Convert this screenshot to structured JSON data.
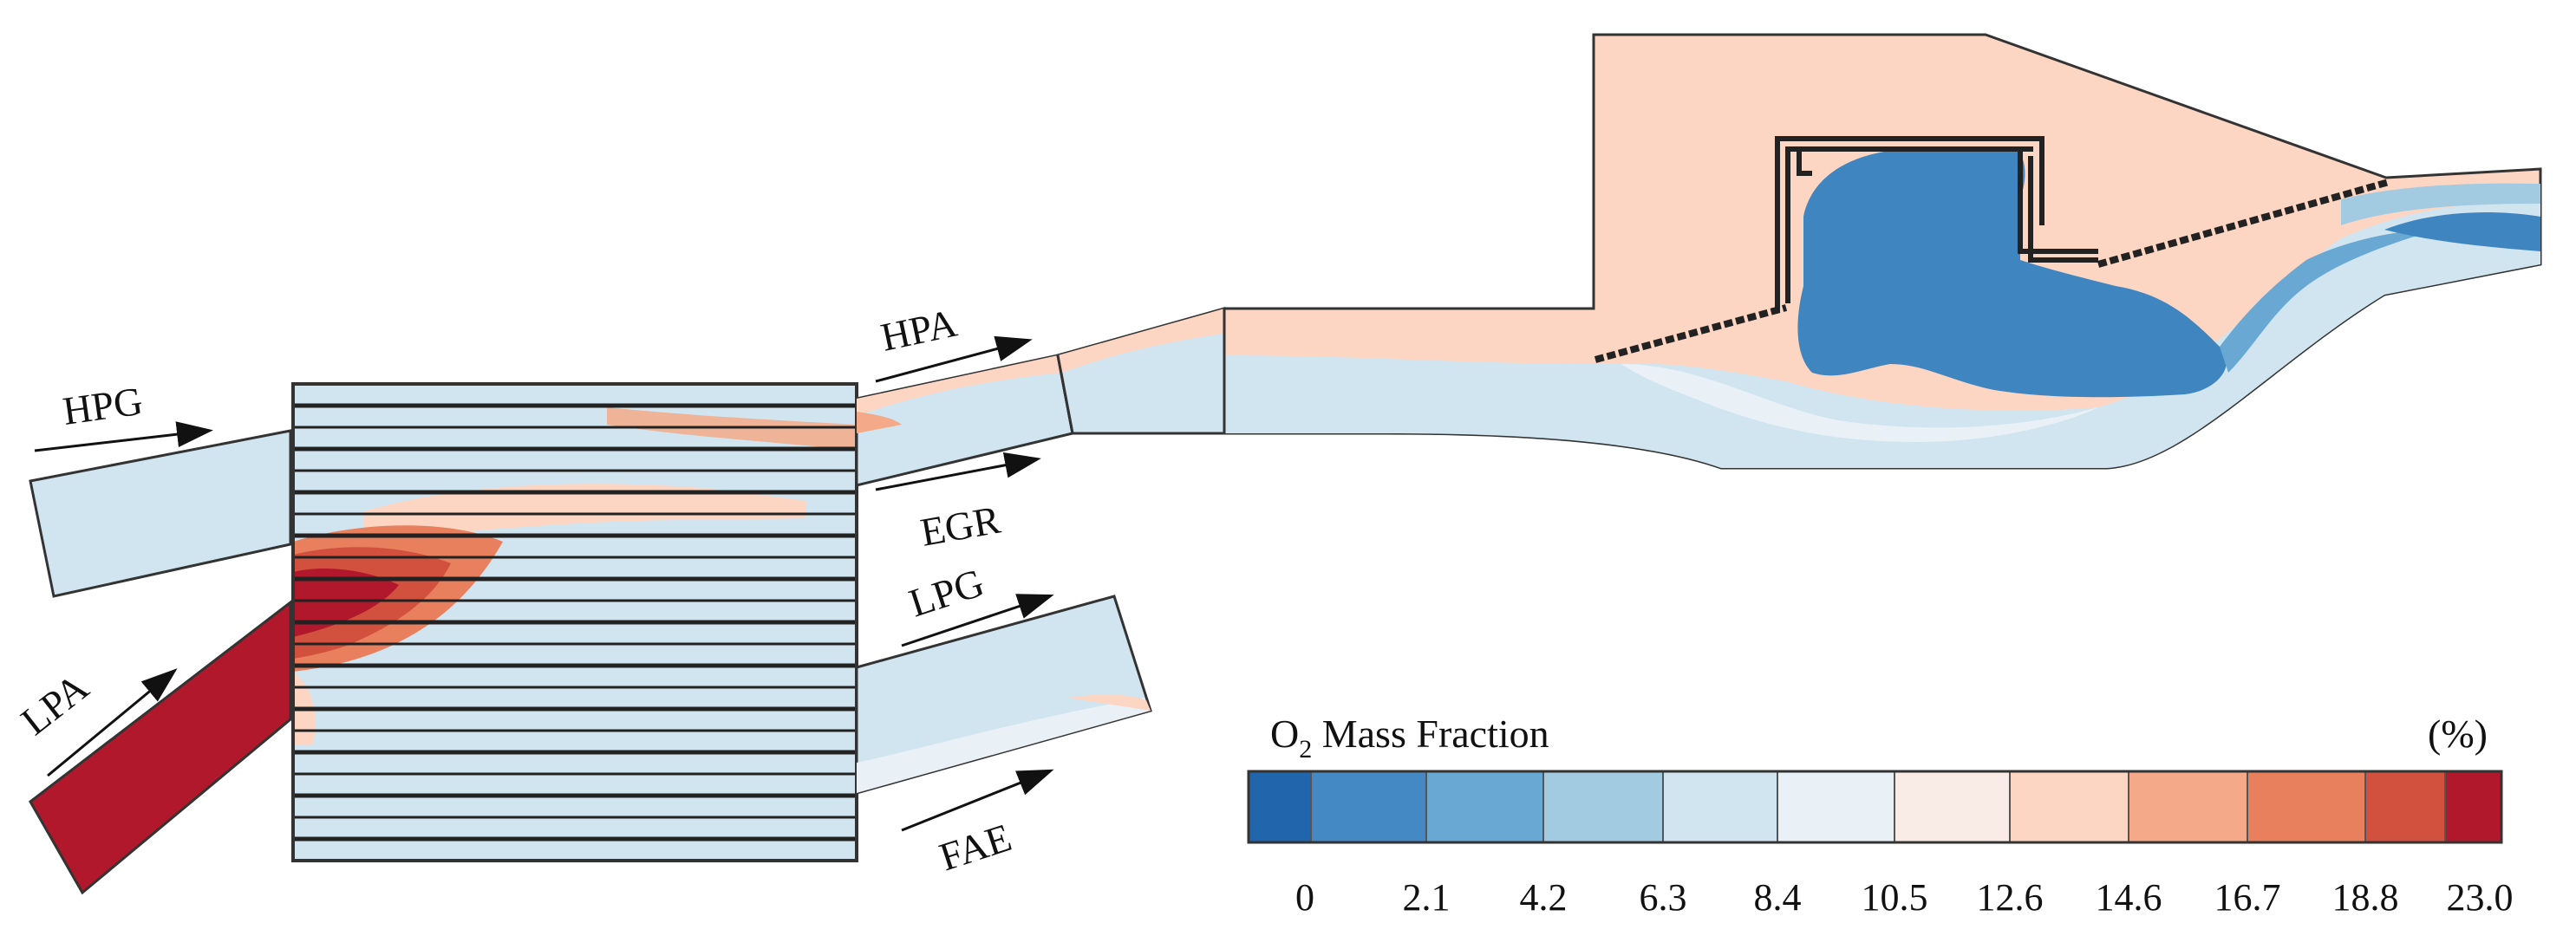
{
  "labels": {
    "hpg": "HPG",
    "lpa": "LPA",
    "hpa": "HPA",
    "egr": "EGR",
    "lpg": "LPG",
    "fae": "FAE"
  },
  "colorbar": {
    "title_main": "O",
    "title_sub": "2",
    "title_rest": " Mass Fraction",
    "unit": "(%)",
    "ticks": [
      "0",
      "2.1",
      "4.2",
      "6.3",
      "8.4",
      "10.5",
      "12.6",
      "14.6",
      "16.7",
      "18.8",
      "23.0"
    ],
    "colors": [
      "#2166ac",
      "#4489c4",
      "#69a8d3",
      "#a2cbe2",
      "#d1e5f0",
      "#e9f1f6",
      "#f9ebe6",
      "#fcd6c3",
      "#f4aa88",
      "#e8805e",
      "#d1513e",
      "#b2182b"
    ]
  },
  "field_colors": {
    "deep_blue": "#3f86c1",
    "mid_blue": "#69a8d3",
    "light_blue": "#d1e5f0",
    "pale": "#e9f1f6",
    "peach": "#fcd6c3",
    "light_red": "#f4aa88",
    "red": "#b2182b"
  }
}
